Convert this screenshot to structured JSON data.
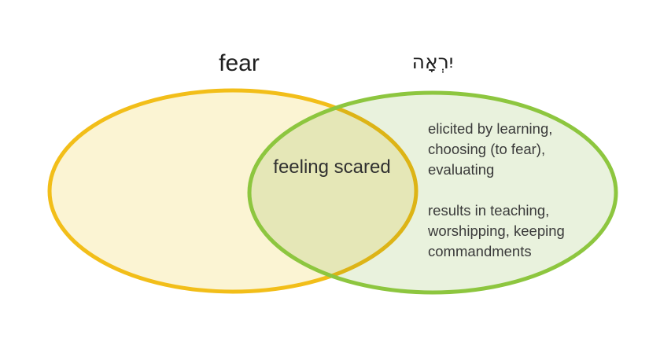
{
  "diagram": {
    "type": "venn",
    "left_set": {
      "label": "fear"
    },
    "right_set": {
      "label": "יִרְאָה",
      "description_paragraphs": [
        "elicited by learning, choosing (to fear), evaluating",
        "results in teaching, worshipping, keeping commandments"
      ]
    },
    "overlap": {
      "label": "feeling scared"
    }
  },
  "colors": {
    "left_fill": "#FBF4D3",
    "left_stroke": "#F2BE19",
    "right_fill": "#E9F2DD",
    "right_stroke": "#8DC63F",
    "heading_text": "#1F1F1F",
    "body_text": "#3A3A3A"
  }
}
